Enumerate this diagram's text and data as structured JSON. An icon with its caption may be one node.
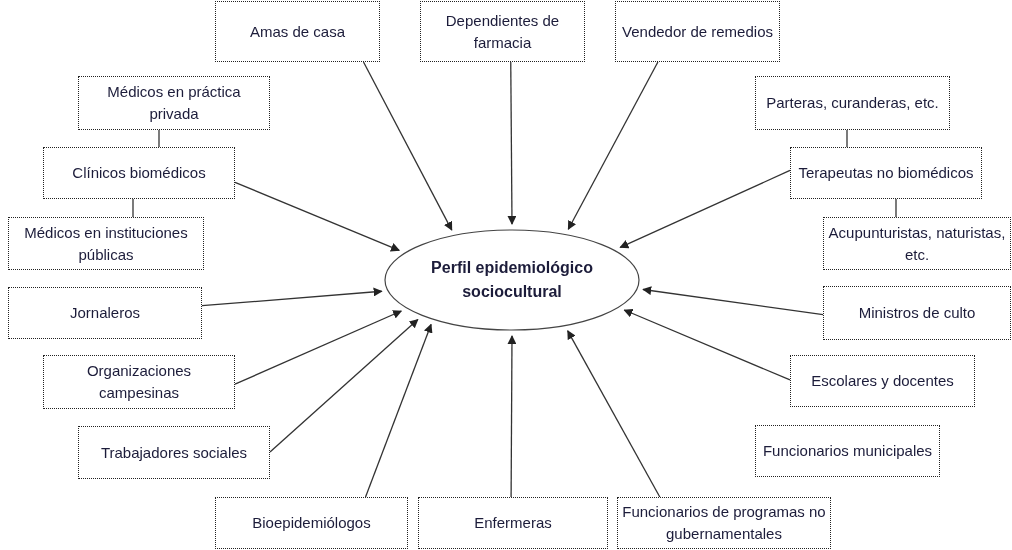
{
  "diagram": {
    "nodes": [
      {
        "text": [
          "Perfil epidemiológico sociocultural"
        ]
      },
      {
        "text": [
          "Amas de casa"
        ]
      },
      {
        "text": [
          "Dependientes de farmacia"
        ]
      },
      {
        "text": [
          "Vendedor de remedios"
        ]
      },
      {
        "text": [
          "Médicos en práctica privada"
        ]
      },
      {
        "text": [
          "Clínicos biomédicos"
        ]
      },
      {
        "text": [
          "Médicos en instituciones públicas"
        ]
      },
      {
        "text": [
          "Parteras, curanderas, etc."
        ]
      },
      {
        "text": [
          "Terapeutas no biomédicos"
        ]
      },
      {
        "text": [
          "Acupunturistas, naturistas, etc."
        ]
      },
      {
        "text": [
          "Jornaleros"
        ]
      },
      {
        "text": [
          "Organizaciones campesinas"
        ]
      },
      {
        "text": [
          "Trabajadores sociales"
        ]
      },
      {
        "text": [
          "Bioepidemiólogos"
        ]
      },
      {
        "text": [
          "Enfermeras"
        ]
      },
      {
        "text": [
          "Funcionarios de programas no gubernamentales"
        ]
      },
      {
        "text": [
          "Ministros de culto"
        ]
      },
      {
        "text": [
          "Escolares y docentes"
        ]
      },
      {
        "text": [
          "Funcionarios municipales"
        ]
      }
    ],
    "edges": [
      {
        "from": 1,
        "to": 0,
        "arrow": "to"
      },
      {
        "from": 2,
        "to": 0,
        "arrow": "to"
      },
      {
        "from": 3,
        "to": 0,
        "arrow": "to"
      },
      {
        "from": 4,
        "to": 5,
        "arrow": "none"
      },
      {
        "from": 5,
        "to": 6,
        "arrow": "none"
      },
      {
        "from": 5,
        "to": 0,
        "arrow": "to"
      },
      {
        "from": 7,
        "to": 8,
        "arrow": "none"
      },
      {
        "from": 8,
        "to": 9,
        "arrow": "none"
      },
      {
        "from": 8,
        "to": 0,
        "arrow": "to"
      },
      {
        "from": 10,
        "to": 0,
        "arrow": "to"
      },
      {
        "from": 11,
        "to": 0,
        "arrow": "to"
      },
      {
        "from": 12,
        "to": 0,
        "arrow": "to"
      },
      {
        "from": 13,
        "to": 0,
        "arrow": "to"
      },
      {
        "from": 14,
        "to": 0,
        "arrow": "to"
      },
      {
        "from": 15,
        "to": 0,
        "arrow": "to"
      },
      {
        "from": 16,
        "to": 0,
        "arrow": "to"
      },
      {
        "from": 17,
        "to": 0,
        "arrow": "to"
      }
    ]
  }
}
